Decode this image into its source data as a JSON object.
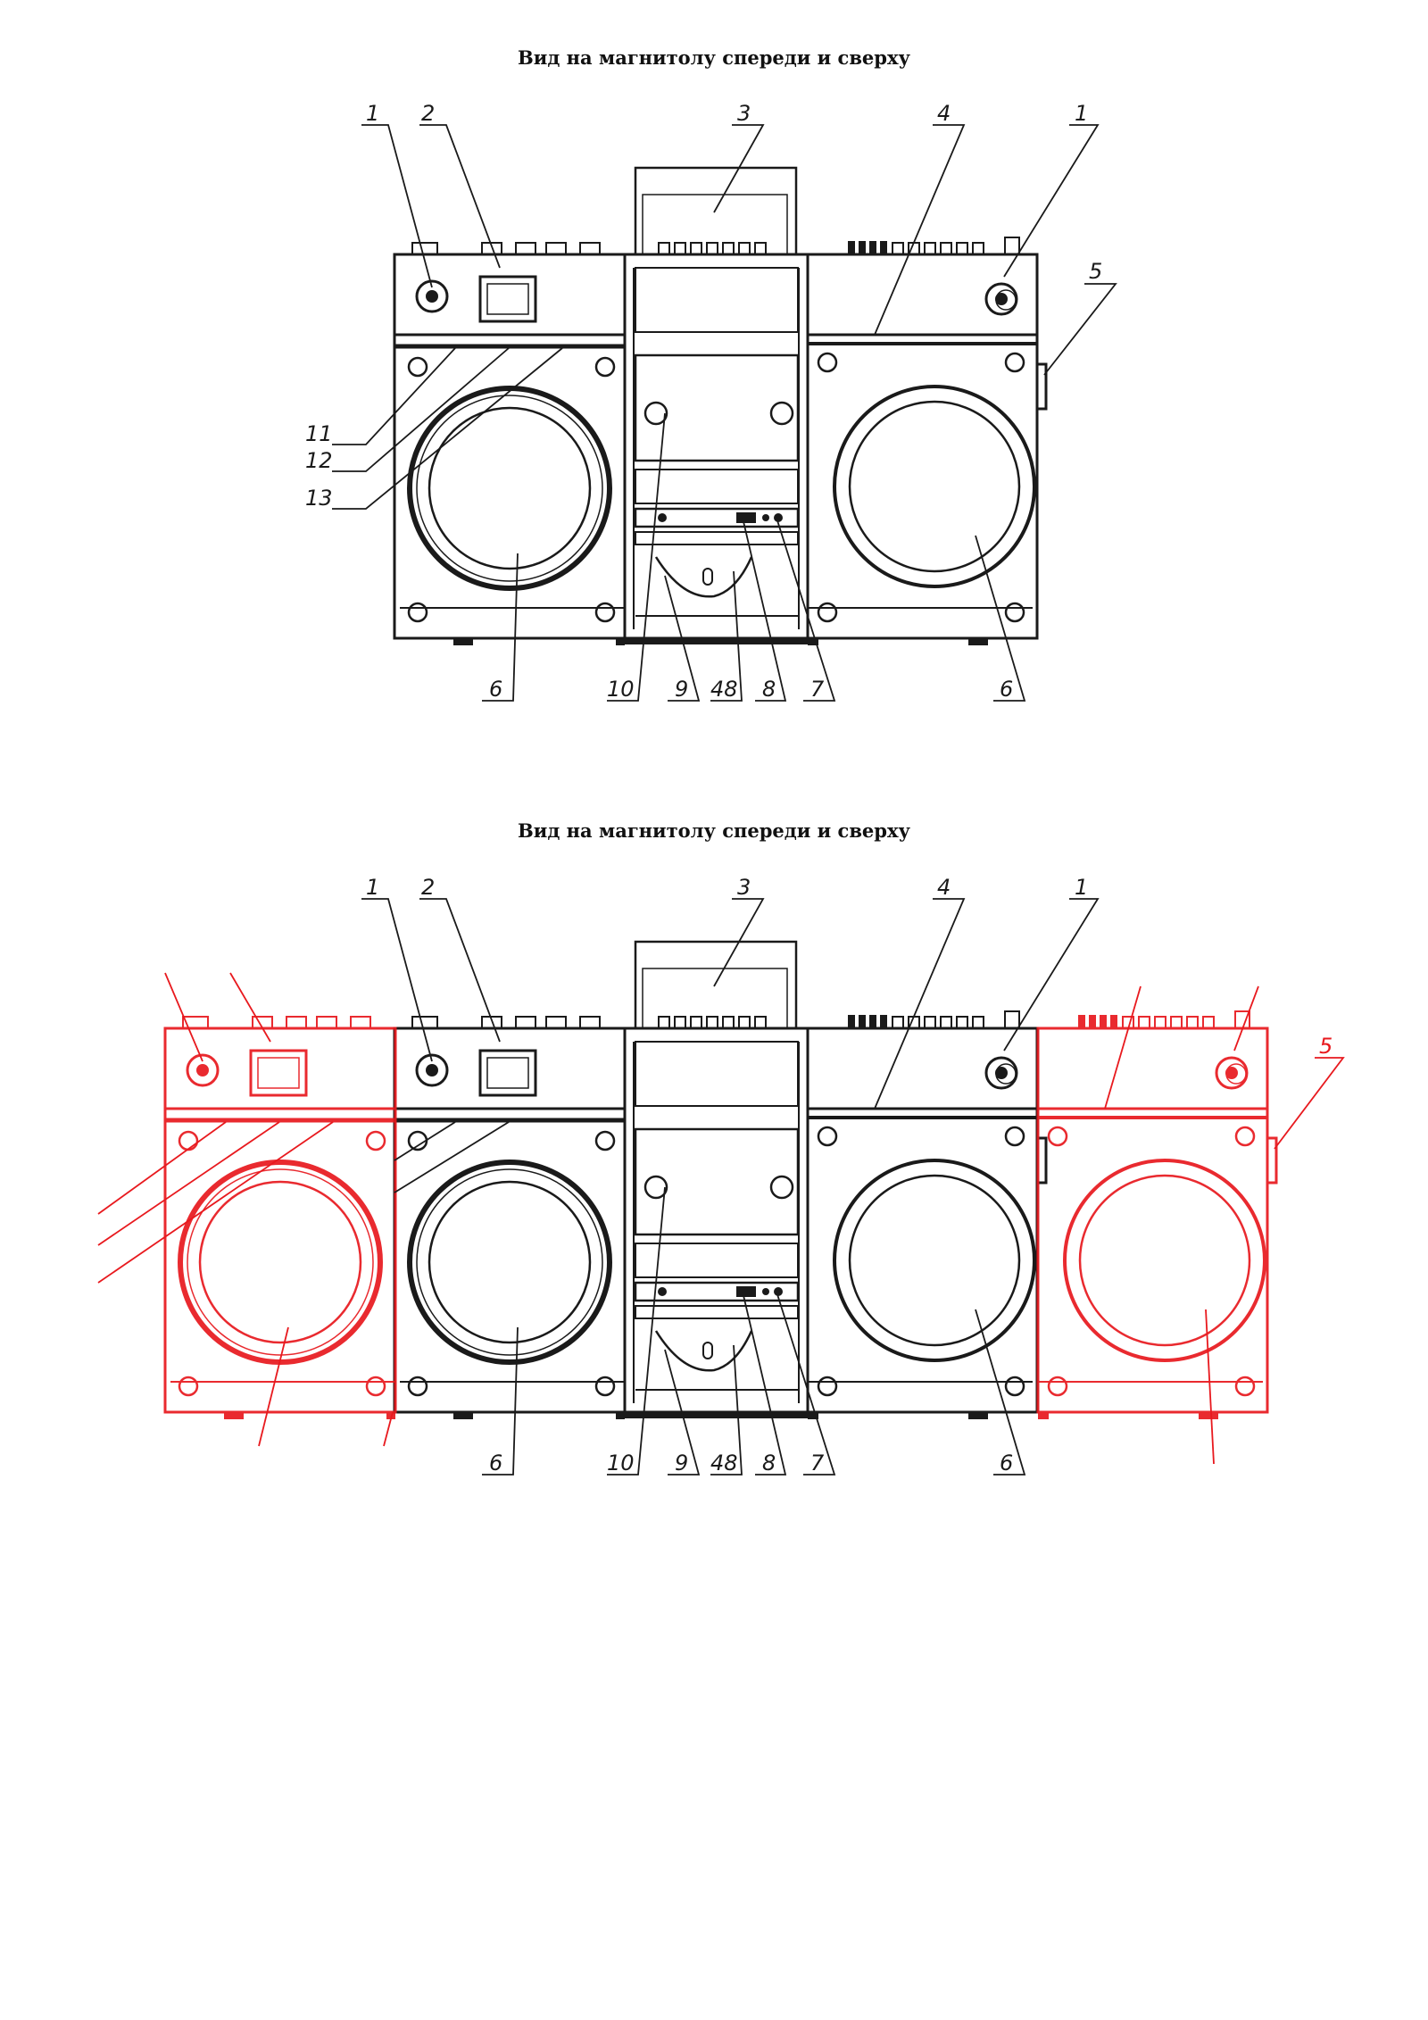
{
  "titles": {
    "top": "Вид на магнитолу спереди и сверху",
    "bottom": "Вид на магнитолу спереди и сверху"
  },
  "callouts": {
    "c1": "1",
    "c2": "2",
    "c3": "3",
    "c4": "4",
    "c5": "5",
    "c6": "6",
    "c7": "7",
    "c8": "8",
    "c9": "9",
    "c10": "10",
    "c11": "11",
    "c12": "12",
    "c13": "13",
    "c48": "48"
  },
  "colors": {
    "ink": "#1a1a1a",
    "overlay": "#e8191e"
  }
}
